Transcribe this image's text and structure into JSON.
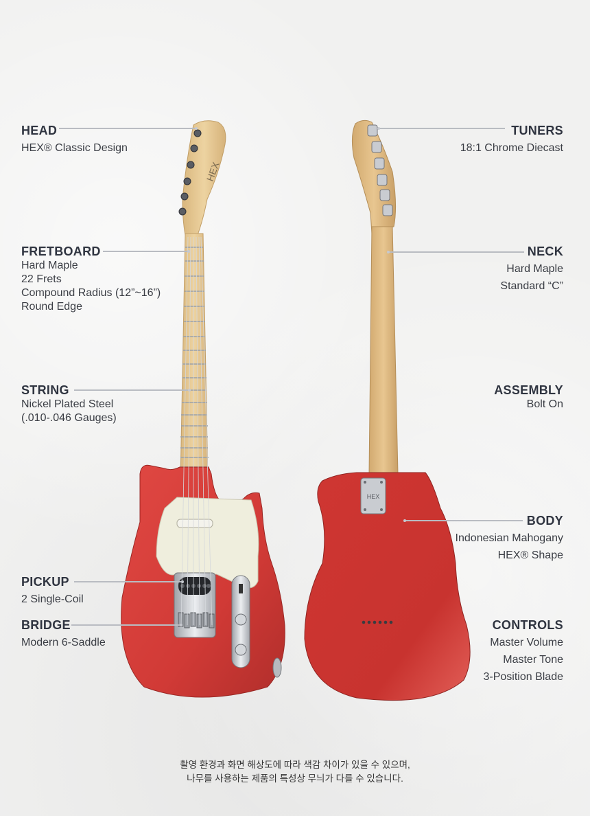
{
  "specs_left": [
    {
      "key": "head",
      "title": "HEAD",
      "lines": [
        "HEX® Classic Design"
      ]
    },
    {
      "key": "fretboard",
      "title": "FRETBOARD",
      "lines": [
        "Hard Maple",
        "22 Frets",
        "Compound Radius (12”~16”)",
        "Round Edge"
      ]
    },
    {
      "key": "string",
      "title": "STRING",
      "lines": [
        "Nickel Plated Steel",
        "(.010-.046 Gauges)"
      ]
    },
    {
      "key": "pickup",
      "title": "PICKUP",
      "lines": [
        "2 Single-Coil"
      ]
    },
    {
      "key": "bridge",
      "title": "BRIDGE",
      "lines": [
        "Modern 6-Saddle"
      ]
    }
  ],
  "specs_right": [
    {
      "key": "tuners",
      "title": "TUNERS",
      "lines": [
        "18:1 Chrome Diecast"
      ]
    },
    {
      "key": "neck",
      "title": "NECK",
      "lines": [
        "Hard Maple",
        "Standard “C”"
      ]
    },
    {
      "key": "assembly",
      "title": "ASSEMBLY",
      "lines": [
        "Bolt On"
      ]
    },
    {
      "key": "body",
      "title": "BODY",
      "lines": [
        "Indonesian Mahogany",
        "HEX® Shape"
      ]
    },
    {
      "key": "controls",
      "title": "CONTROLS",
      "lines": [
        "Master Volume",
        "Master Tone",
        "3-Position Blade"
      ]
    }
  ],
  "headstock_logo": "HEX",
  "neckplate_logo": "HEX",
  "colors": {
    "body": "#d13a36",
    "pickguard": "#efeedd",
    "maple": "#e4c690",
    "chrome": "#c9ccd1"
  },
  "footer": {
    "line1": "촬영 환경과 화면 해상도에 따라 색감 차이가 있을 수 있으며,",
    "line2": "나무를 사용하는 제품의 특성상 무늬가 다를 수 있습니다."
  }
}
